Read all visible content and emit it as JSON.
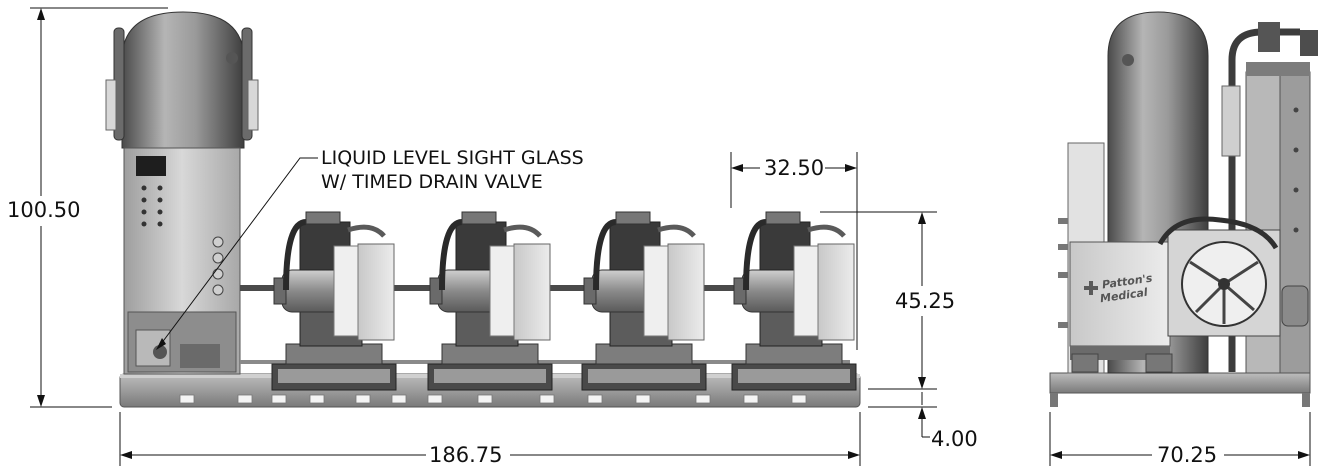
{
  "dimensions": {
    "overall_height": "100.50",
    "overall_length": "186.75",
    "module_width": "32.50",
    "compressor_height": "45.25",
    "base_height": "4.00",
    "side_depth": "70.25"
  },
  "callout": {
    "line1": "LIQUID LEVEL SIGHT GLASS",
    "line2": "W/ TIMED DRAIN VALVE"
  },
  "branding": {
    "line1": "Patton's",
    "line2": "Medical"
  }
}
